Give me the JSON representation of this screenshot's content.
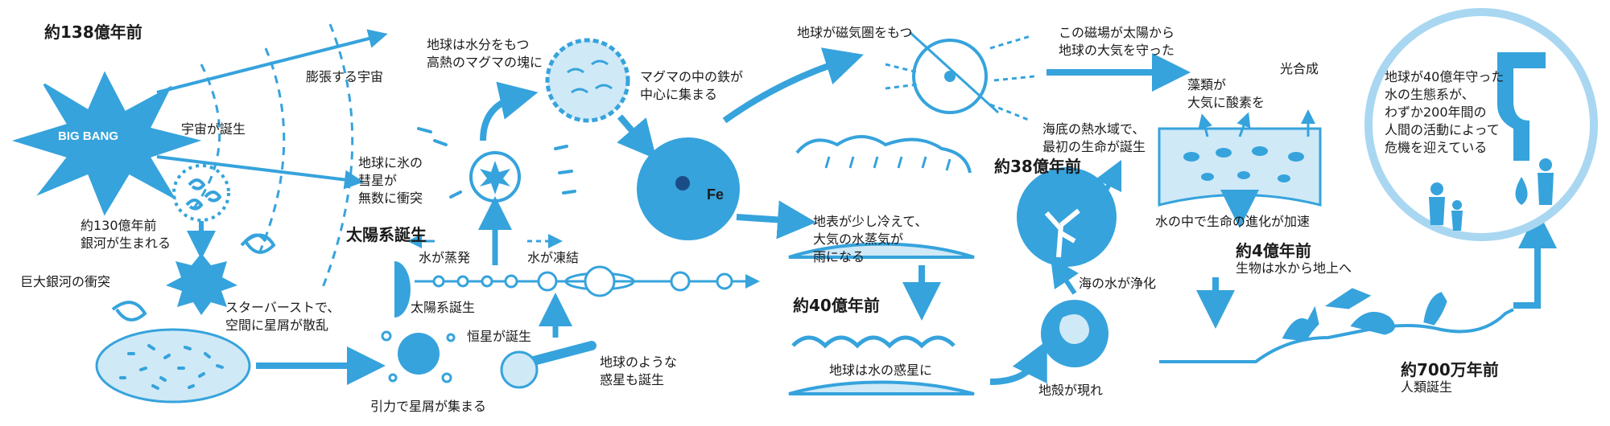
{
  "colors": {
    "blue": "#36a3dc",
    "light_blue": "#cfe9f7",
    "ring": "#a9d7f1",
    "dark": "#1a1a1a"
  },
  "eras": {
    "e138": "約138億年前",
    "e130": "約130億年前\n銀河が生まれる",
    "solar": "太陽系誕生",
    "e40": "約40億年前",
    "e38": "約38億年前",
    "e4": "約4億年前",
    "e4_sub": "生物は水から地上へ",
    "e700": "約700万年前",
    "e700_sub": "人類誕生"
  },
  "labels": {
    "big_bang": "BIG BANG",
    "universe_born": "宇宙が誕生",
    "expanding": "膨張する宇宙",
    "collision": "巨大銀河の衝突",
    "starburst": "スターバーストで、\n空間に星屑が散乱",
    "gravity": "引力で星屑が集まる",
    "comets": "地球に氷の\n彗星が\n無数に衝突",
    "magma_ball": "地球は水分をもつ\n高熱のマグマの塊に",
    "evaporate": "水が蒸発",
    "freeze": "水が凍結",
    "solar_born": "太陽系誕生",
    "star_born": "恒星が誕生",
    "planets_born": "地球のような\n惑星も誕生",
    "iron_center": "マグマの中の鉄が\n中心に集まる",
    "fe": "Fe",
    "magnetosphere": "地球が磁気圏をもつ",
    "cooling": "地表が少し冷えて、\n大気の水蒸気が\n雨になる",
    "water_planet": "地球は水の惑星に",
    "crust": "地殻が現れ",
    "ocean_purify": "海の水が浄化",
    "shield": "この磁場が太陽から\n地球の大気を守った",
    "first_life": "海底の熱水域で、\n最初の生命が誕生",
    "algae": "藻類が\n大気に酸素を",
    "photosynthesis": "光合成",
    "evolution": "水の中で生命の進化が加速",
    "crisis": "地球が40億年守った\n水の生態系が、\nわずか200年間の\n人間の活動によって\n危機を迎えている"
  }
}
